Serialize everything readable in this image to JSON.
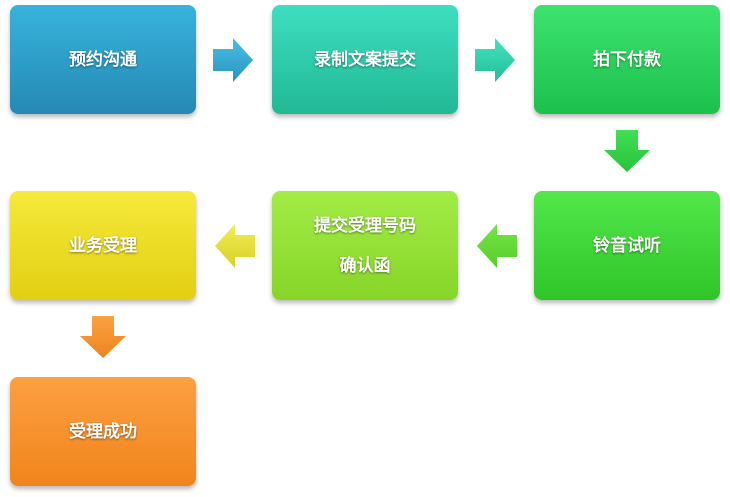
{
  "nodes": [
    {
      "id": "n1",
      "lines": [
        "预约沟通"
      ],
      "color_top": "#37b3dc",
      "color_bottom": "#2589b4"
    },
    {
      "id": "n2",
      "lines": [
        "录制文案提交"
      ],
      "color_top": "#3ddfc0",
      "color_bottom": "#22b896"
    },
    {
      "id": "n3",
      "lines": [
        "拍下付款"
      ],
      "color_top": "#3de36f",
      "color_bottom": "#1cc04c"
    },
    {
      "id": "n4",
      "lines": [
        "铃音试听"
      ],
      "color_top": "#52e84a",
      "color_bottom": "#2fc529"
    },
    {
      "id": "n5",
      "lines": [
        "提交受理号码",
        "确认函"
      ],
      "color_top": "#a3ec47",
      "color_bottom": "#86d527"
    },
    {
      "id": "n6",
      "lines": [
        "业务受理"
      ],
      "color_top": "#f6e93a",
      "color_bottom": "#e2cf13"
    },
    {
      "id": "n7",
      "lines": [
        "受理成功"
      ],
      "color_top": "#fca040",
      "color_bottom": "#f1841c"
    }
  ],
  "arrows": [
    {
      "from": "n1",
      "to": "n2",
      "direction": "right",
      "color_top": "#48bfe3",
      "color_bottom": "#2a94c0"
    },
    {
      "from": "n2",
      "to": "n3",
      "direction": "right",
      "color_top": "#42e4c2",
      "color_bottom": "#24bd96"
    },
    {
      "from": "n3",
      "to": "n4",
      "direction": "down",
      "color_top": "#3fe055",
      "color_bottom": "#28c23a"
    },
    {
      "from": "n4",
      "to": "n5",
      "direction": "left",
      "color_top": "#74e646",
      "color_bottom": "#56cd2c"
    },
    {
      "from": "n5",
      "to": "n6",
      "direction": "left",
      "color_top": "#f2ee52",
      "color_bottom": "#d7d02a"
    },
    {
      "from": "n6",
      "to": "n7",
      "direction": "down",
      "color_top": "#fba243",
      "color_bottom": "#ee8320"
    }
  ]
}
